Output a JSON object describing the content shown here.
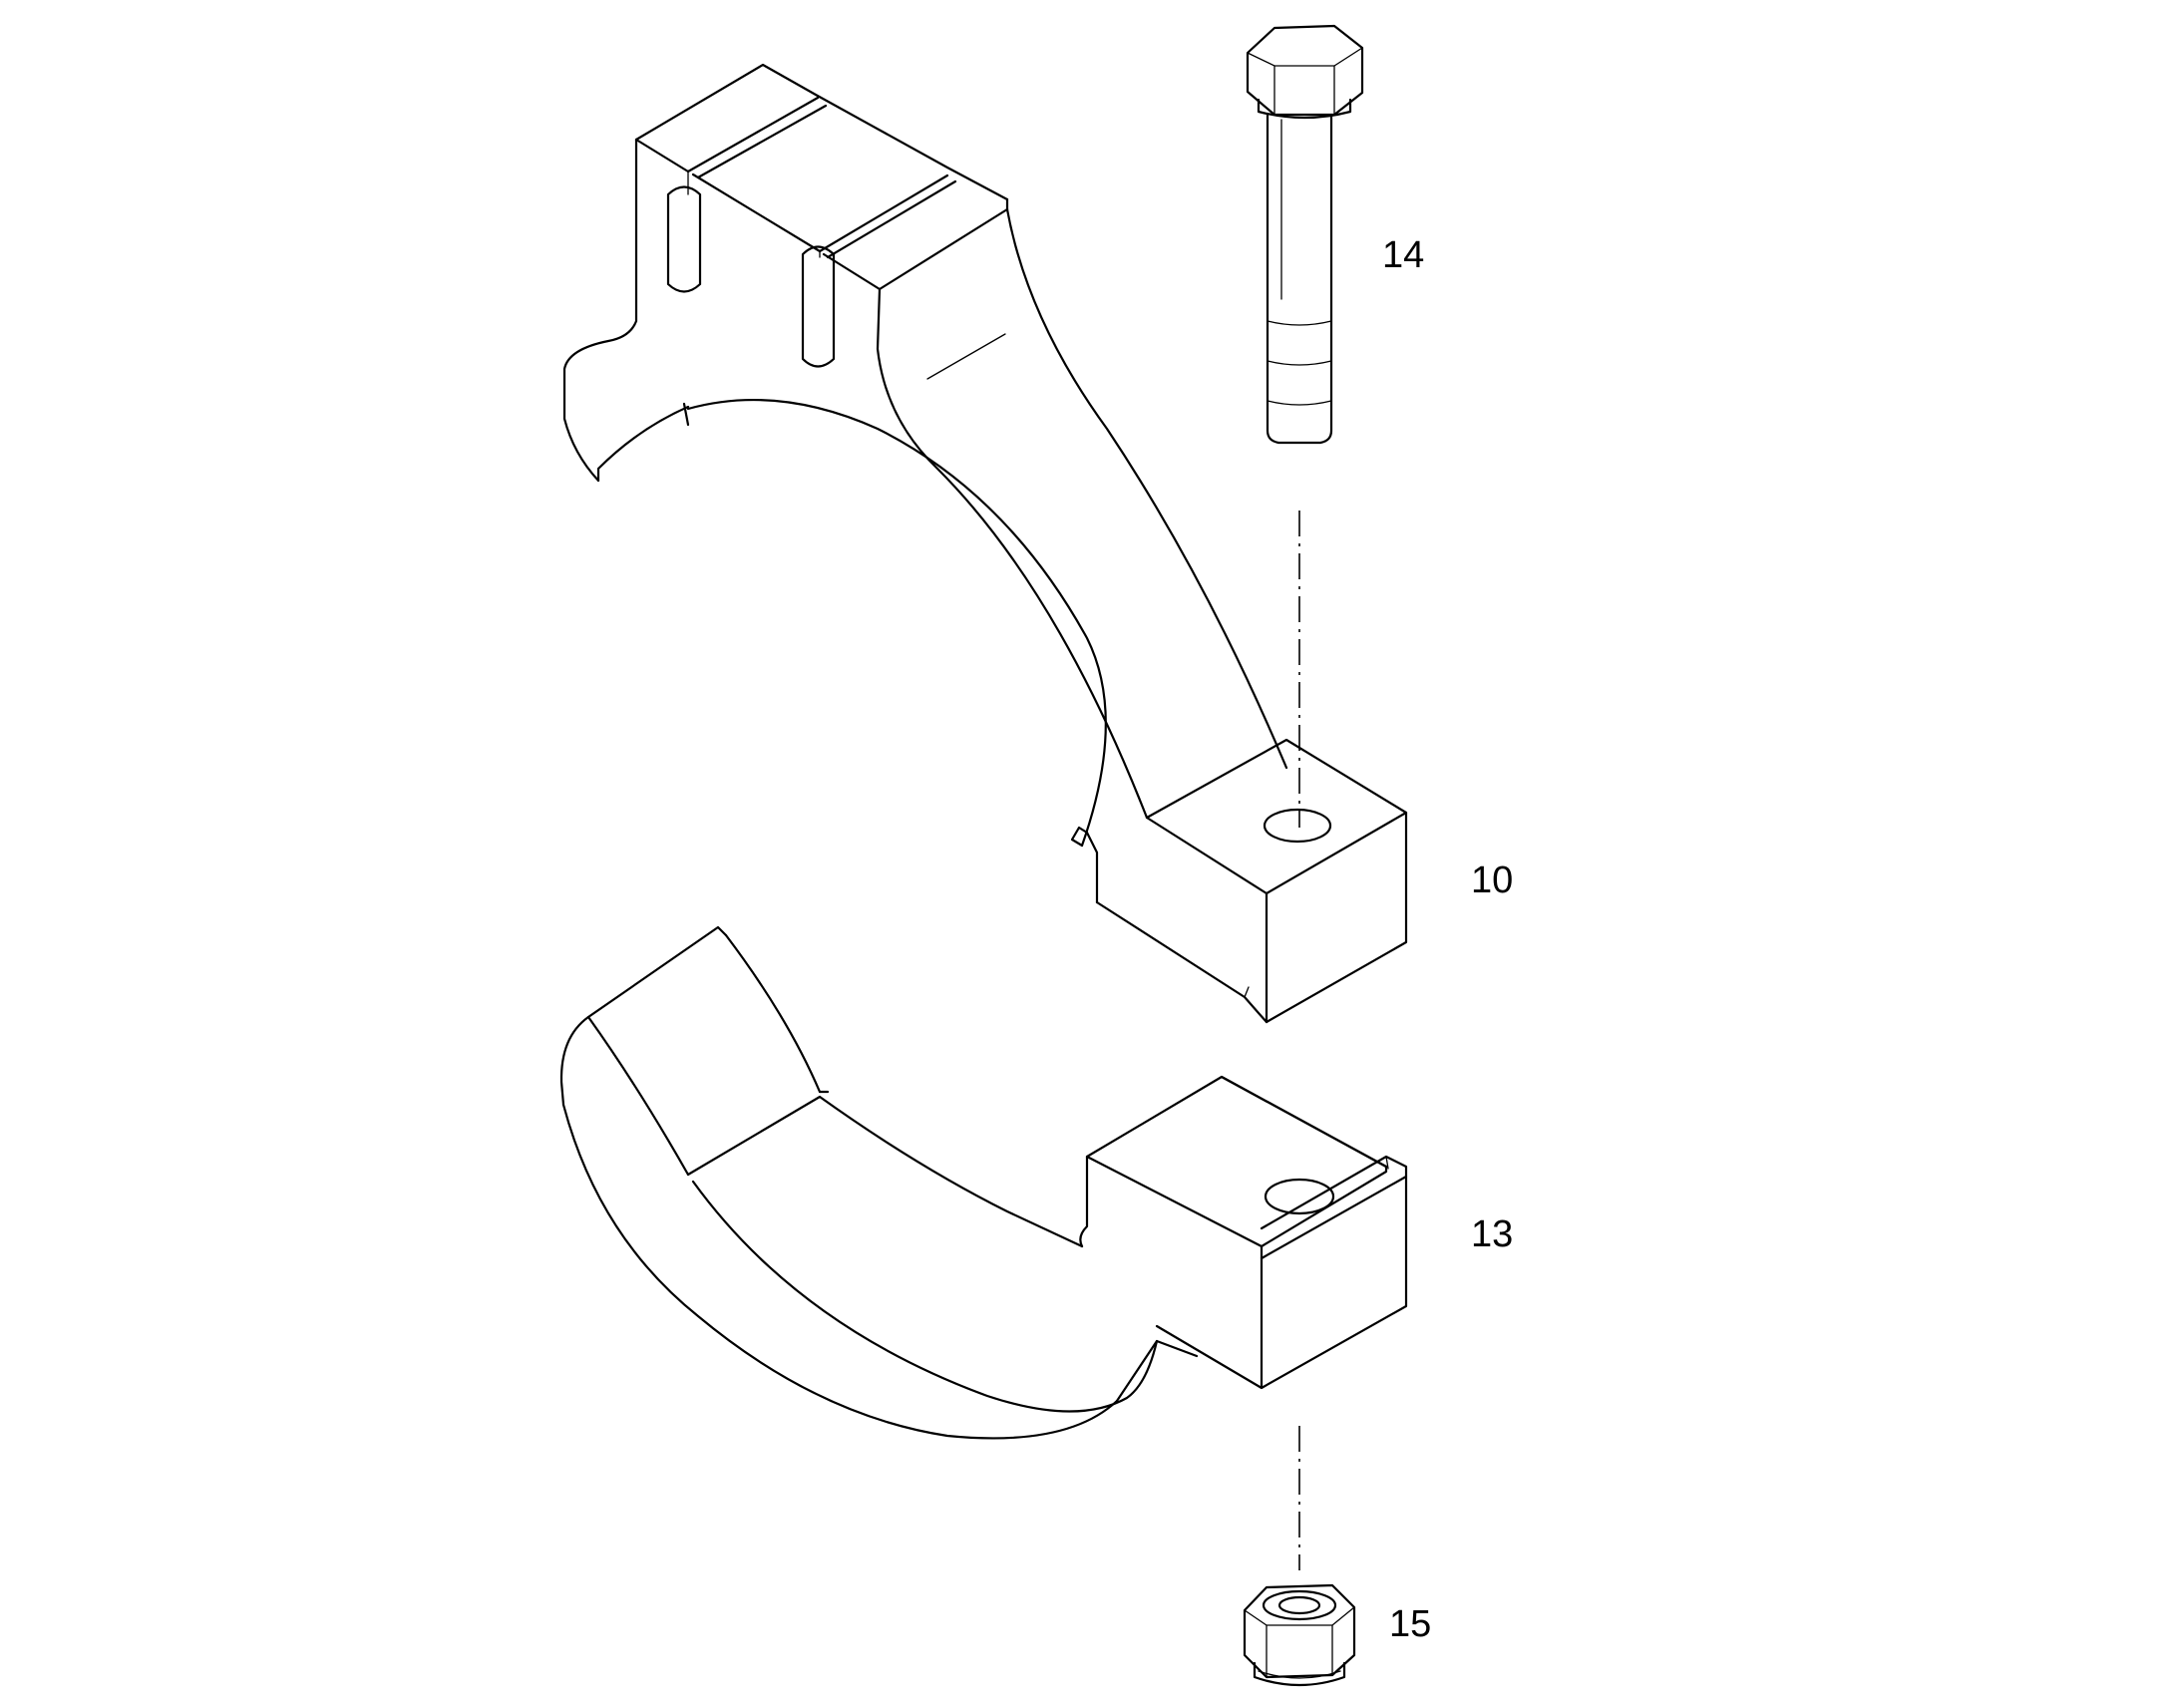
{
  "callouts": [
    {
      "id": "bolt",
      "label": "14"
    },
    {
      "id": "upper-bearing-cap",
      "label": "10"
    },
    {
      "id": "lower-bearing-cap",
      "label": "13"
    },
    {
      "id": "nut",
      "label": "15"
    }
  ],
  "colors": {
    "line": "#000000",
    "background": "#ffffff"
  }
}
